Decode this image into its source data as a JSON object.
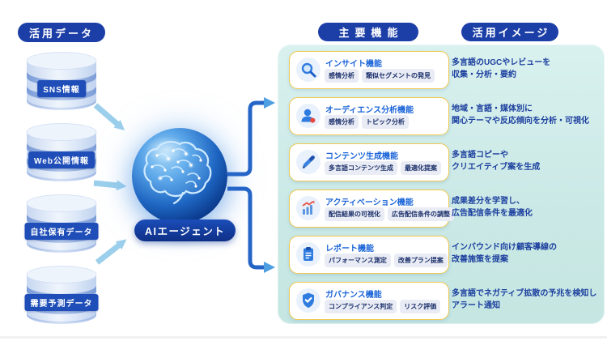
{
  "left": {
    "header": "活用データ",
    "datasources": [
      {
        "label": "SNS情報"
      },
      {
        "label": "Web公開情報"
      },
      {
        "label": "自社保有データ"
      },
      {
        "label": "需要予測データ"
      }
    ]
  },
  "center": {
    "agent_label": "AIエージェント"
  },
  "right": {
    "header_functions": "主要機能",
    "header_usage": "活用イメージ",
    "rows": [
      {
        "icon": "search-icon",
        "title": "インサイト機能",
        "tags": [
          "感情分析",
          "類似セグメントの発見"
        ],
        "usage_lines": [
          "多言語のUGCやレビューを",
          "収集・分析・要約"
        ]
      },
      {
        "icon": "audience-icon",
        "title": "オーディエンス分析機能",
        "tags": [
          "感情分析",
          "トピック分析"
        ],
        "usage_lines": [
          "地域・言語・媒体別に",
          "関心テーマや反応傾向を分析・可視化"
        ]
      },
      {
        "icon": "pencil-icon",
        "title": "コンテンツ生成機能",
        "tags": [
          "多言語コンテンツ生成",
          "最適化提案"
        ],
        "usage_lines": [
          "多言語コピーや",
          "クリエイティブ案を生成"
        ]
      },
      {
        "icon": "chart-icon",
        "title": "アクティベーション機能",
        "tags": [
          "配信結果の可視化",
          "広告配信条件の調整"
        ],
        "usage_lines": [
          "成果差分を学習し、",
          "広告配信条件を最適化"
        ]
      },
      {
        "icon": "report-icon",
        "title": "レポート機能",
        "tags": [
          "パフォーマンス測定",
          "改善プラン提案"
        ],
        "usage_lines": [
          "インバウンド向け顧客導線の",
          "改善施策を提案"
        ]
      },
      {
        "icon": "shield-icon",
        "title": "ガバナンス機能",
        "tags": [
          "コンプライアンス判定",
          "リスク評価"
        ],
        "usage_lines": [
          "多言語でネガティブ拡散の予兆を検知し",
          "アラート通知"
        ]
      }
    ]
  },
  "colors": {
    "header_pill": "#1c3ea7",
    "panel_bg": "#cde9e6",
    "card_border": "#f1c84e",
    "card_title": "#1a64d8",
    "tag_bg": "#e9ecf4",
    "tag_text": "#1b2f6b",
    "usage_text": "#1c3f9e",
    "cylinder_label_bg": "#1f4eb8",
    "data_arrow": "#9bcfeb",
    "connector_line": "#2565c8",
    "connector_arrow": "#4d9fe2"
  }
}
